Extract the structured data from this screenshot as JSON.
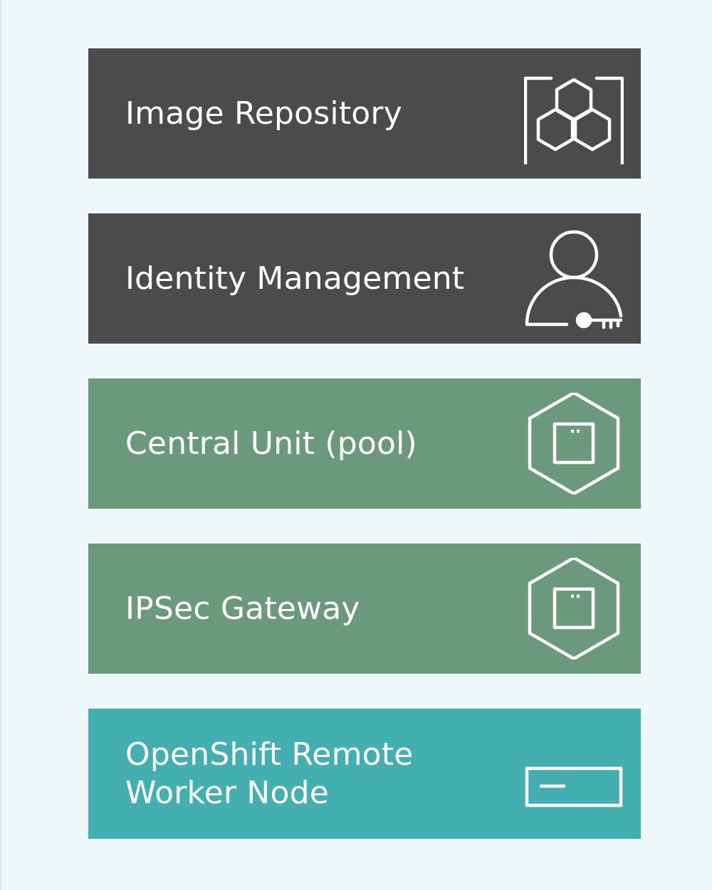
{
  "colors": {
    "background": "#eef8fb",
    "dark_gray": "#4b4b4b",
    "green": "#6a9a7b",
    "teal": "#44afb1",
    "icon_stroke": "#ffffff"
  },
  "cards": [
    {
      "label": "Image Repository",
      "color": "#4b4b4b",
      "icon": "image-repository-icon"
    },
    {
      "label": "Identity Management",
      "color": "#4b4b4b",
      "icon": "identity-key-icon"
    },
    {
      "label": "Central Unit (pool)",
      "color": "#6a9a7b",
      "icon": "hexagon-container-icon"
    },
    {
      "label": "IPSec Gateway",
      "color": "#6a9a7b",
      "icon": "hexagon-container-icon"
    },
    {
      "label": "OpenShift Remote Worker Node",
      "color": "#44afb1",
      "icon": "server-node-icon"
    }
  ]
}
